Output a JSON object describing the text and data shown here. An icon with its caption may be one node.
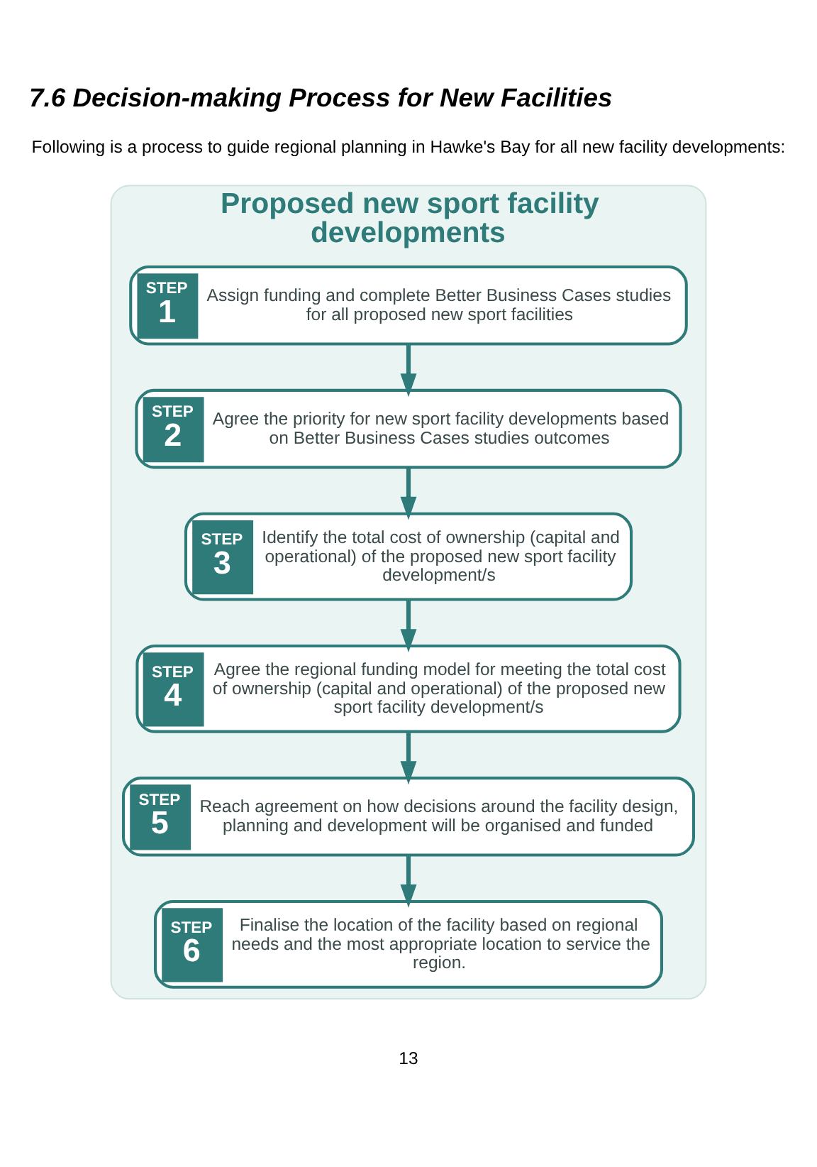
{
  "diagram": {
    "title": "7.6 Decision-making Process for New Facilities",
    "nodes": [
      {
        "text": [
          "Proposed new sport facility developments"
        ]
      },
      {
        "text": [
          "STEP",
          "1",
          "Assign funding and complete Better Business Cases studies for all proposed new sport facilities"
        ],
        "in": 0
      },
      {
        "text": [
          "STEP",
          "2",
          "Agree the priority for new sport facility developments based on Better Business Cases studies outcomes"
        ],
        "in": 0
      },
      {
        "text": [
          "STEP",
          "3",
          "Identify the total cost of ownership (capital and operational) of the proposed new sport facility development/s"
        ],
        "in": 0
      },
      {
        "text": [
          "STEP",
          "4",
          "Agree the regional funding model for meeting the total cost of ownership (capital and operational) of the proposed new sport facility development/s"
        ],
        "in": 0
      },
      {
        "text": [
          "STEP",
          "5",
          "Reach agreement on how decisions around the facility design, planning and development will be organised and funded"
        ],
        "in": 0
      },
      {
        "text": [
          "STEP",
          "6",
          "Finalise the location of the facility based on regional needs and the most appropriate location to service the region."
        ],
        "in": 0
      }
    ],
    "edges": [
      {
        "from": 1,
        "to": 2,
        "arrow": "to"
      },
      {
        "from": 2,
        "to": 3,
        "arrow": "to"
      },
      {
        "from": 3,
        "to": 4,
        "arrow": "to"
      },
      {
        "from": 4,
        "to": 5,
        "arrow": "to"
      },
      {
        "from": 5,
        "to": 6,
        "arrow": "to"
      }
    ],
    "labels": [
      "Following is a process to guide regional planning in Hawke's Bay for all new facility developments:",
      "13"
    ]
  }
}
